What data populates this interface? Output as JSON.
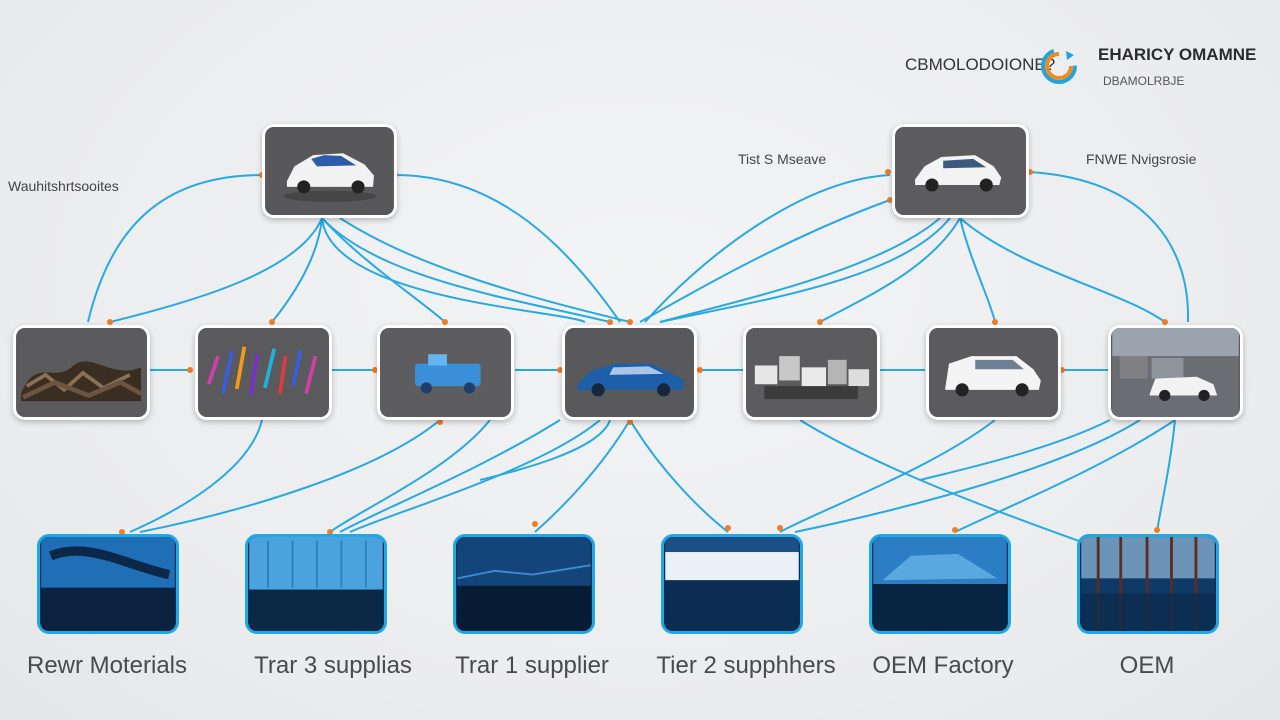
{
  "header": {
    "left_text": "CBMOLODOIONE?",
    "brand_title": "EHARICY OMAMNE",
    "brand_subtitle": "DBAMOLRBJE",
    "logo_icon": "circular-arrow-logo-icon",
    "logo_colors": [
      "#1fa4e0",
      "#f08a1c"
    ]
  },
  "side_labels": {
    "left": "Wauhitshrtsooites",
    "center_right": "Tist S Mseave",
    "right": "FNWE Nvigsrosie"
  },
  "stages": [
    {
      "label": "Rewr Moterials"
    },
    {
      "label": "Trar 3 supplias"
    },
    {
      "label": "Trar 1 supplier"
    },
    {
      "label": "Tier 2 supphhers"
    },
    {
      "label": "OEM Factory"
    },
    {
      "label": "OEM"
    }
  ],
  "colors": {
    "connector": "#27a9e1",
    "connector_dot": "#f07c28",
    "tile_bg": "#5e5e60",
    "tile_border": "#ffffff",
    "image_border": "#1ea8e4"
  }
}
